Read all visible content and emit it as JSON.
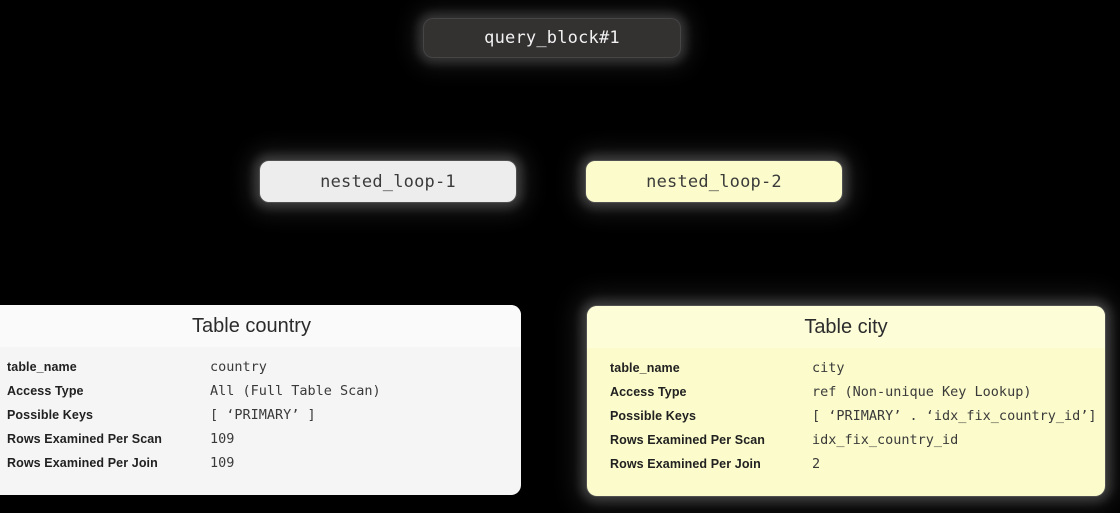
{
  "diagram": {
    "background": "#000000",
    "nodes": [
      {
        "id": "query-block",
        "label": "query_block#1",
        "fill": "#343131",
        "text_color": "#f2f2f2"
      },
      {
        "id": "nested-loop-1",
        "label": "nested_loop-1",
        "fill": "#ededed",
        "text_color": "#3b3b3b"
      },
      {
        "id": "nested-loop-2",
        "label": "nested_loop-2",
        "fill": "#fbfbcb",
        "text_color": "#3b3b3b"
      }
    ]
  },
  "panels": [
    {
      "id": "table-country",
      "title": "Table country",
      "fill": "#f5f5f6",
      "header_fill": "#fafafa",
      "rows": [
        {
          "label": "table_name",
          "value": "country"
        },
        {
          "label": "Access Type",
          "value": "All (Full Table Scan)"
        },
        {
          "label": "Possible Keys",
          "value": "[ ‘PRIMARY’ ]"
        },
        {
          "label": "Rows Examined Per Scan",
          "value": "109"
        },
        {
          "label": "Rows Examined Per Join",
          "value": "109"
        }
      ]
    },
    {
      "id": "table-city",
      "title": "Table city",
      "fill": "#fbfbcb",
      "header_fill": "#fdfdd8",
      "rows": [
        {
          "label": "table_name",
          "value": "city"
        },
        {
          "label": "Access Type",
          "value": "ref (Non-unique Key Lookup)"
        },
        {
          "label": "Possible Keys",
          "value": "[ ‘PRIMARY’ . ‘idx_fix_country_id’]"
        },
        {
          "label": "Rows Examined Per Scan",
          "value": "idx_fix_country_id"
        },
        {
          "label": "Rows Examined Per Join",
          "value": "2"
        }
      ]
    }
  ]
}
